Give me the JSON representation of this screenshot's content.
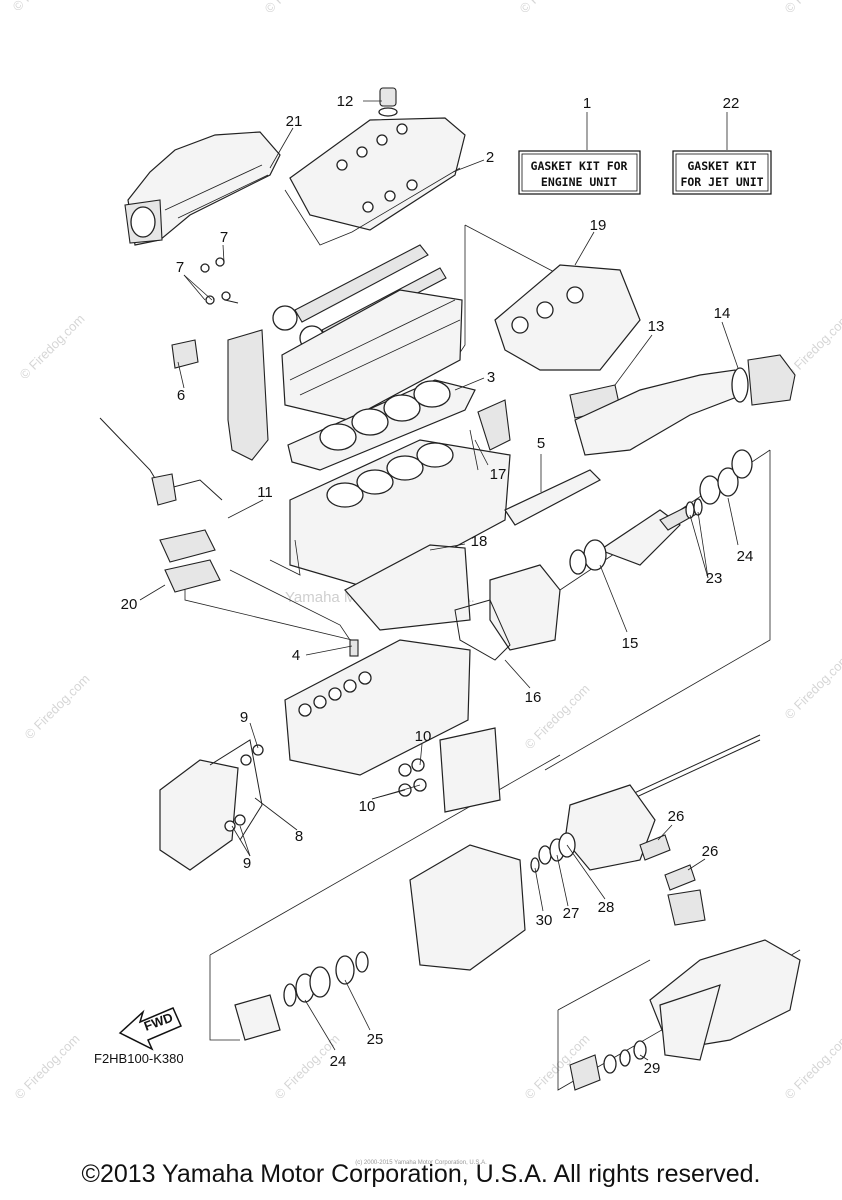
{
  "diagram_code": "F2HB100-K380",
  "fwd_label": "FWD",
  "kit_boxes": [
    {
      "line1": "GASKET KIT FOR",
      "line2": "ENGINE UNIT"
    },
    {
      "line1": "GASKET KIT",
      "line2": "FOR JET UNIT"
    }
  ],
  "callouts": [
    "1",
    "2",
    "3",
    "4",
    "5",
    "6",
    "7",
    "7",
    "8",
    "9",
    "9",
    "10",
    "10",
    "11",
    "12",
    "13",
    "14",
    "15",
    "16",
    "17",
    "18",
    "19",
    "20",
    "21",
    "22",
    "23",
    "24",
    "24",
    "25",
    "26",
    "26",
    "27",
    "28",
    "29",
    "30"
  ],
  "watermark_text": "© Firedog.com",
  "center_watermark": "Yamaha Motor Corp., U.S.A.",
  "small_copyright": "(c) 2000-2015 Yamaha Motor Corporation, U.S.A.",
  "copyright": "©2013 Yamaha Motor Corporation, U.S.A. All rights reserved."
}
